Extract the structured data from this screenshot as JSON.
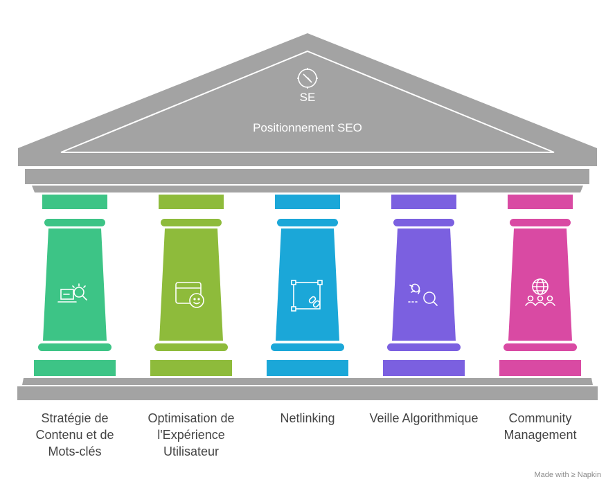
{
  "roof": {
    "abbr": "SE",
    "title": "Positionnement SEO",
    "icon": "compass-icon",
    "color": "#a0a0a0"
  },
  "pillars": [
    {
      "label": "Stratégie de Contenu et de Mots-clés",
      "icon": "laptop-search-icon",
      "color": "#3dc486"
    },
    {
      "label": "Optimisation de l'Expérience Utilisateur",
      "icon": "browser-face-icon",
      "color": "#8ebb3b"
    },
    {
      "label": "Netlinking",
      "icon": "link-nodes-icon",
      "color": "#1ba7d8"
    },
    {
      "label": "Veille Algorithmique",
      "icon": "bug-search-icon",
      "color": "#7b60e0"
    },
    {
      "label": "Community Management",
      "icon": "globe-people-icon",
      "color": "#d94aa3"
    }
  ],
  "credit": {
    "prefix": "Made with",
    "brand": "Napkin"
  }
}
